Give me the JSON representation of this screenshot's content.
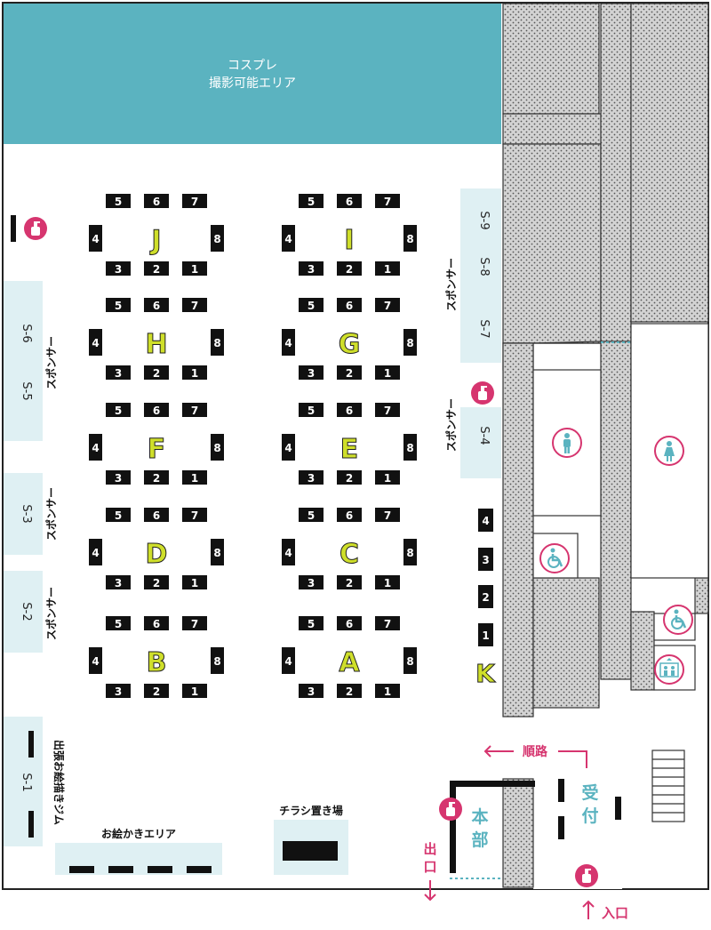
{
  "cosplay_area": {
    "line1": "コスプレ",
    "line2": "撮影可能エリア"
  },
  "tables": [
    {
      "letter": "J",
      "top": [
        "5",
        "6",
        "7"
      ],
      "left": "4",
      "right": "8",
      "bottom": [
        "3",
        "2",
        "1"
      ]
    },
    {
      "letter": "I",
      "top": [
        "5",
        "6",
        "7"
      ],
      "left": "4",
      "right": "8",
      "bottom": [
        "3",
        "2",
        "1"
      ]
    },
    {
      "letter": "H",
      "top": [
        "5",
        "6",
        "7"
      ],
      "left": "4",
      "right": "8",
      "bottom": [
        "3",
        "2",
        "1"
      ]
    },
    {
      "letter": "G",
      "top": [
        "5",
        "6",
        "7"
      ],
      "left": "4",
      "right": "8",
      "bottom": [
        "3",
        "2",
        "1"
      ]
    },
    {
      "letter": "F",
      "top": [
        "5",
        "6",
        "7"
      ],
      "left": "4",
      "right": "8",
      "bottom": [
        "3",
        "2",
        "1"
      ]
    },
    {
      "letter": "E",
      "top": [
        "5",
        "6",
        "7"
      ],
      "left": "4",
      "right": "8",
      "bottom": [
        "3",
        "2",
        "1"
      ]
    },
    {
      "letter": "D",
      "top": [
        "5",
        "6",
        "7"
      ],
      "left": "4",
      "right": "8",
      "bottom": [
        "3",
        "2",
        "1"
      ]
    },
    {
      "letter": "C",
      "top": [
        "5",
        "6",
        "7"
      ],
      "left": "4",
      "right": "8",
      "bottom": [
        "3",
        "2",
        "1"
      ]
    },
    {
      "letter": "B",
      "top": [
        "5",
        "6",
        "7"
      ],
      "left": "4",
      "right": "8",
      "bottom": [
        "3",
        "2",
        "1"
      ]
    },
    {
      "letter": "A",
      "top": [
        "5",
        "6",
        "7"
      ],
      "left": "4",
      "right": "8",
      "bottom": [
        "3",
        "2",
        "1"
      ]
    }
  ],
  "k_row": {
    "letter": "K",
    "seats": [
      "4",
      "3",
      "2",
      "1"
    ]
  },
  "sponsor_label": "スポンサー",
  "sponsor_booths": {
    "s6": "S-6",
    "s5": "S-5",
    "s3": "S-3",
    "s2": "S-2",
    "s1": "S-1",
    "s9": "S-9",
    "s8": "S-8",
    "s7": "S-7",
    "s4": "S-4"
  },
  "flyer_area": "チラシ置き場",
  "drawing_area": "お絵かきエリア",
  "drawing_gym": "出張お絵描きジム",
  "headquarters": "本部",
  "reception": "受付",
  "route": "順路",
  "exit": "出口",
  "entrance": "入口",
  "colors": {
    "teal": "#5bb3c0",
    "light_blue": "#dff0f3",
    "pink": "#d6356f",
    "yellow_green": "#cfdf2a",
    "wall_gray": "#cfcfcf",
    "black": "#111111"
  },
  "icons": [
    "sanitizer-icon",
    "male-restroom-icon",
    "female-restroom-icon",
    "wheelchair-icon",
    "elevator-icon"
  ]
}
